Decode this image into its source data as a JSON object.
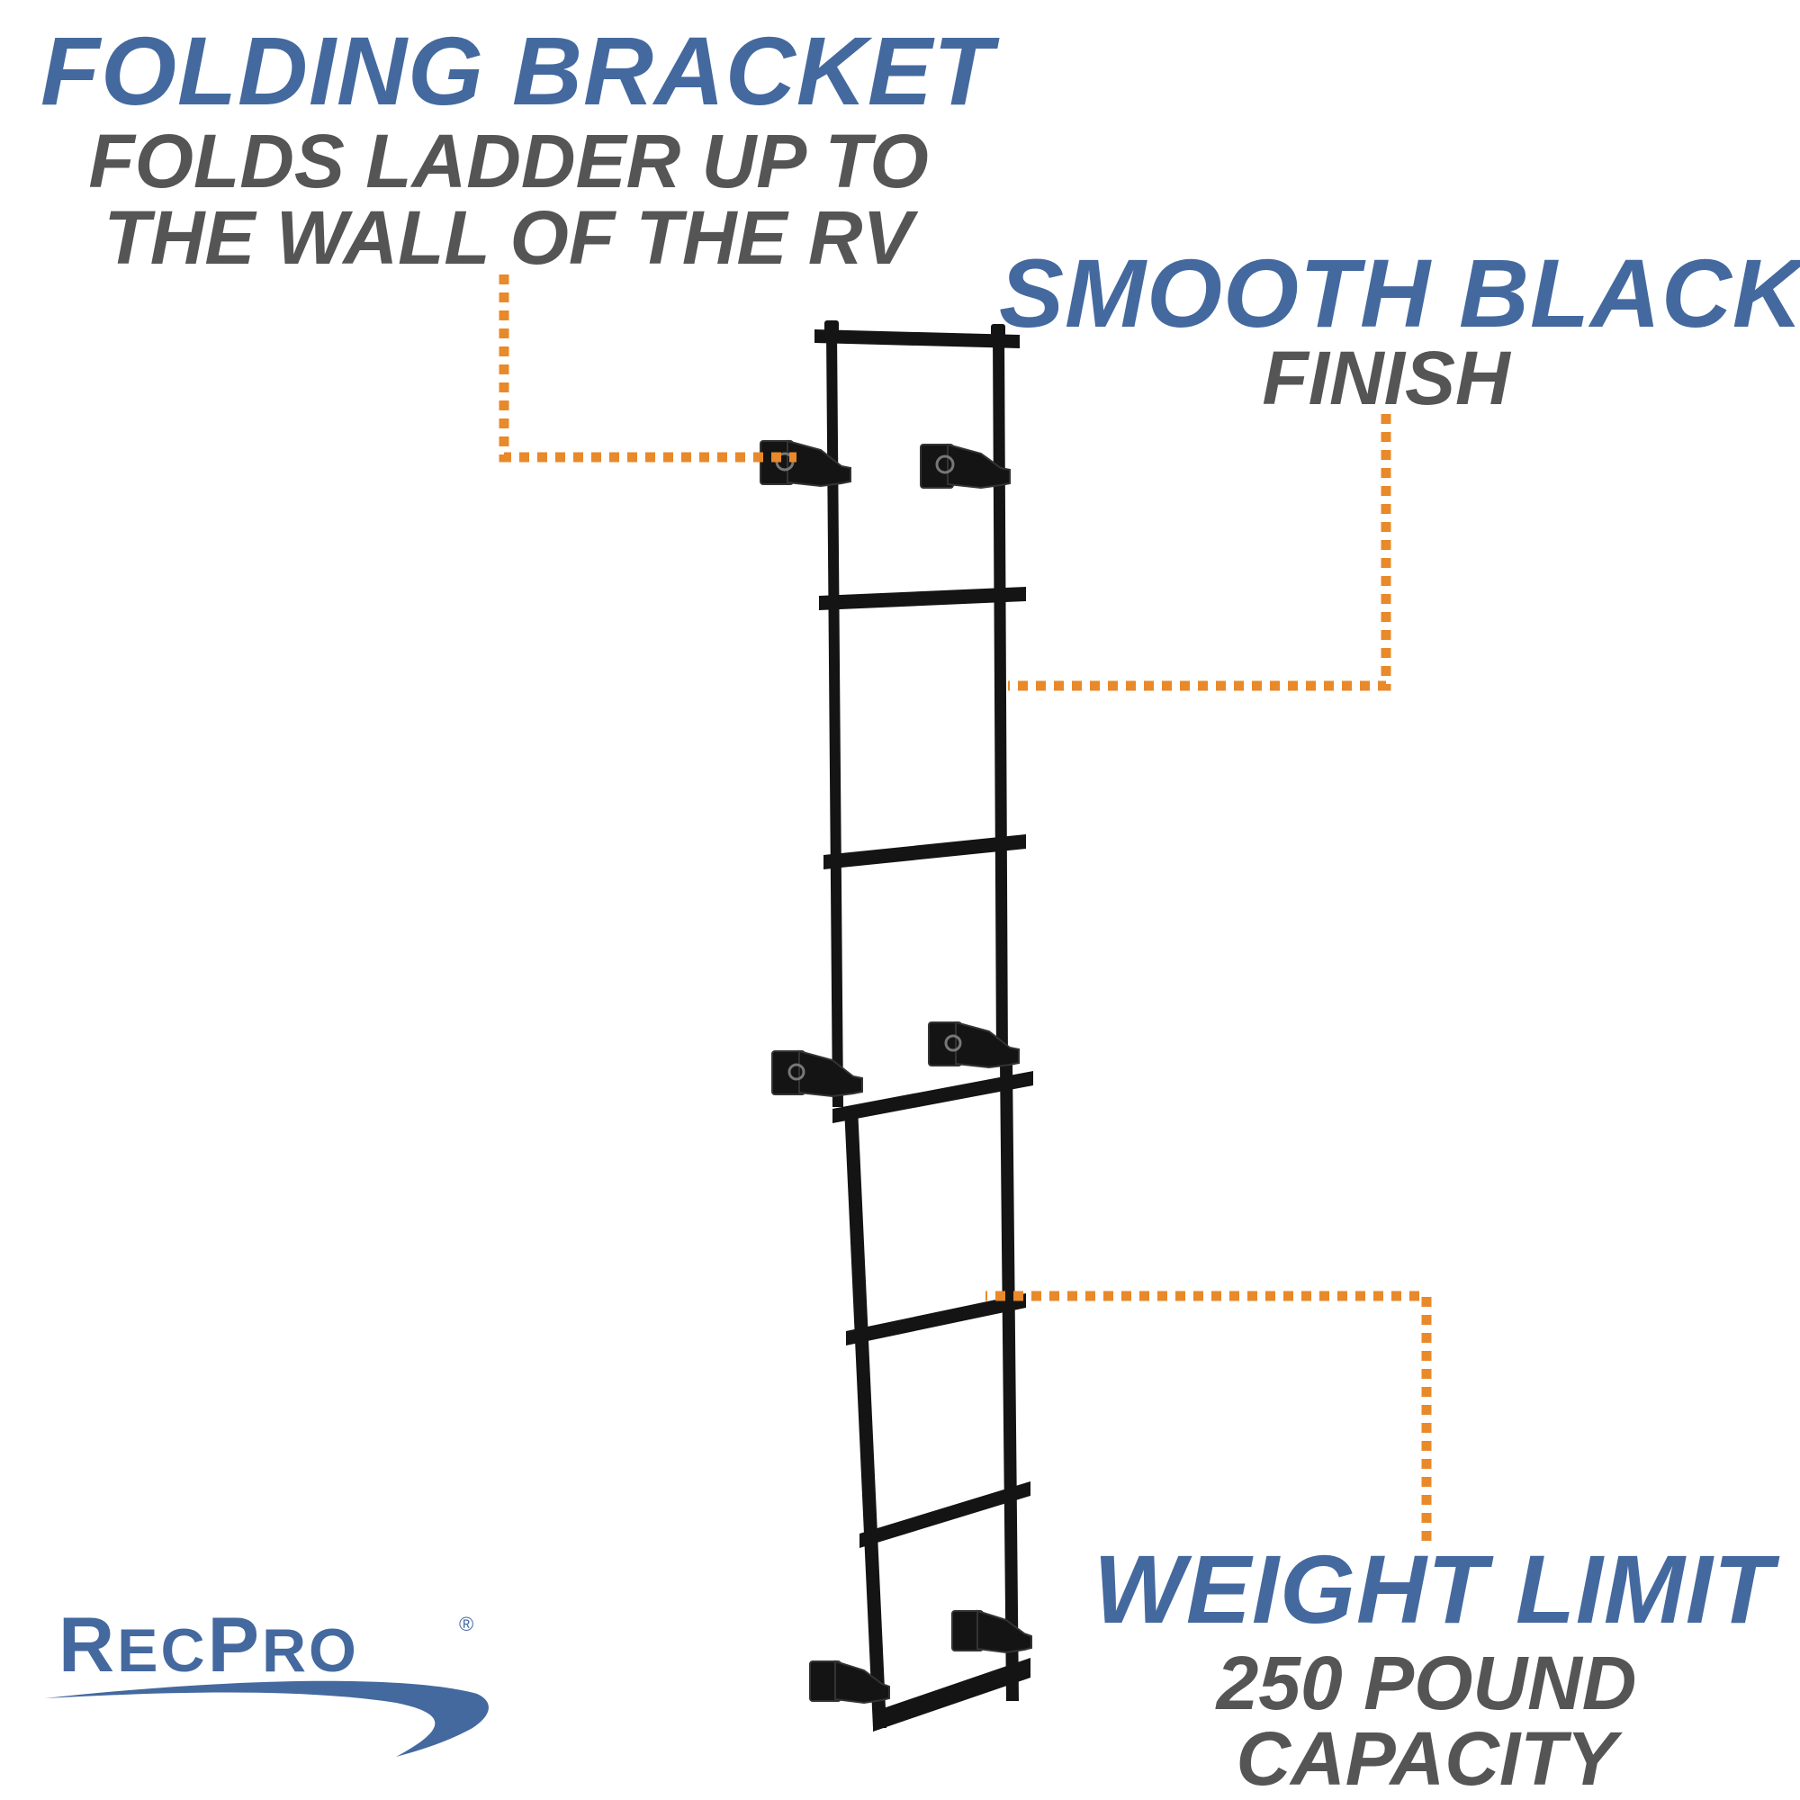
{
  "callouts": {
    "folding": {
      "headline": "FOLDING BRACKET",
      "line1": "FOLDS LADDER UP TO",
      "line2": "THE WALL OF THE RV"
    },
    "finish": {
      "headline": "SMOOTH BLACK",
      "line1": "FINISH"
    },
    "weight": {
      "headline": "WEIGHT LIMIT",
      "line1": "250 POUND",
      "line2": "CAPACITY"
    }
  },
  "logo": {
    "brand_part1": "REC",
    "brand_part2": "PRO",
    "registered_mark": "®"
  },
  "colors": {
    "headline_blue": "#44699f",
    "subtext_gray": "#555555",
    "leader_orange": "#e8892a",
    "ladder_black": "#141414"
  }
}
